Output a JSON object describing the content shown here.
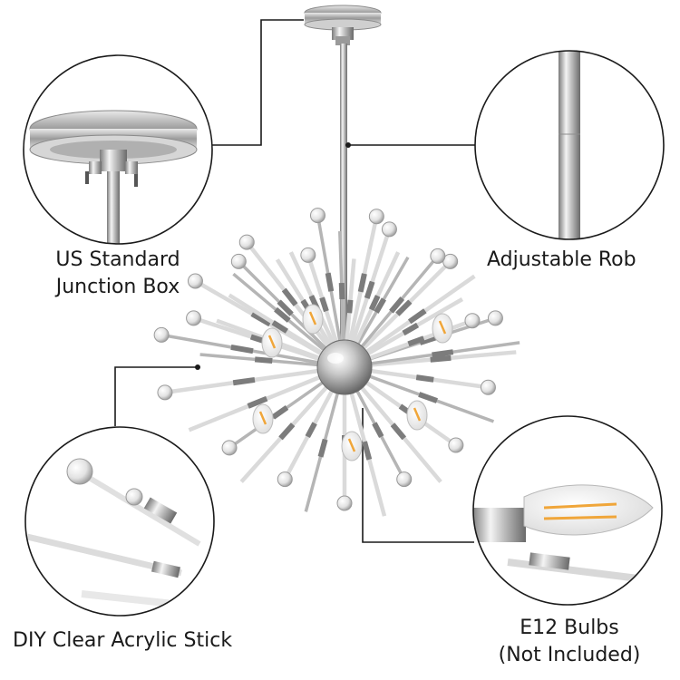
{
  "callouts": {
    "junction_box": {
      "line1": "US Standard",
      "line2": "Junction Box"
    },
    "rod": {
      "label": "Adjustable Rob"
    },
    "stick": {
      "label": "DIY Clear Acrylic Stick"
    },
    "bulbs": {
      "line1": "E12 Bulbs",
      "line2": "(Not Included)"
    }
  },
  "colors": {
    "chrome_light": "#f2f2f2",
    "chrome_mid": "#b8b8b8",
    "chrome_dark": "#6e6e6e",
    "leader_line": "#1a1a1a",
    "bulb_filament": "#f0a63a",
    "acrylic": "#e6e6e6"
  },
  "icons": [
    "chandelier-illustration",
    "junction-box-detail",
    "rod-detail",
    "acrylic-stick-detail",
    "bulb-detail"
  ]
}
